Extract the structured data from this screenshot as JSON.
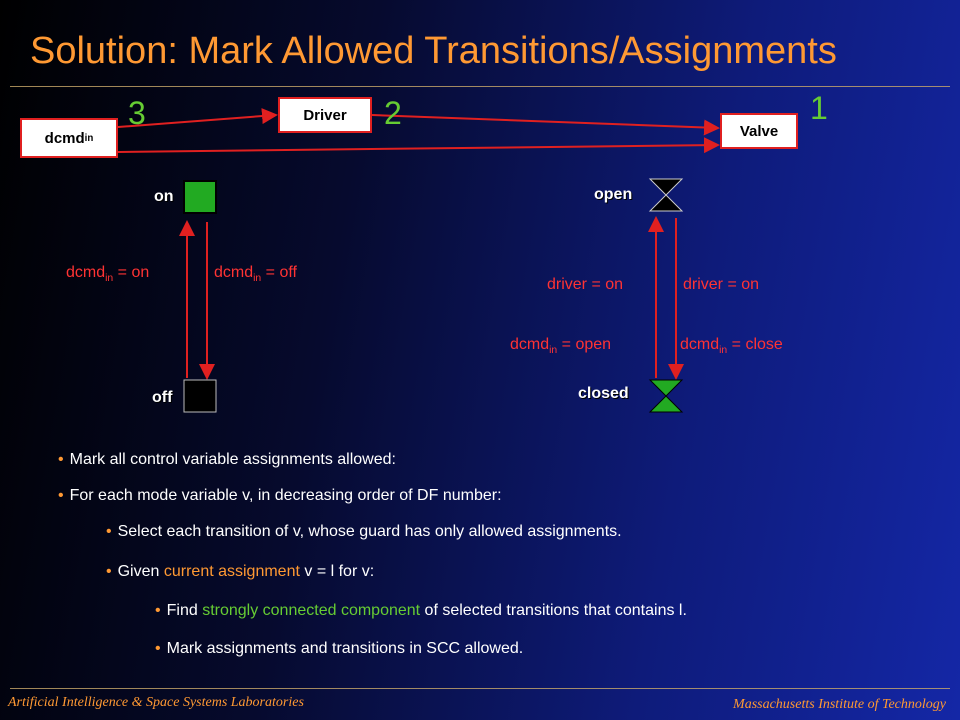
{
  "title": "Solution: Mark Allowed Transitions/Assignments",
  "nodes": {
    "dcmd": {
      "base": "dcmd",
      "sub": "in"
    },
    "driver": "Driver",
    "valve": "Valve"
  },
  "numbers": {
    "dcmd": "3",
    "driver": "2",
    "valve": "1"
  },
  "driver_states": {
    "on": "on",
    "off": "off"
  },
  "driver_guards": {
    "up": {
      "base": "dcmd",
      "sub": "in",
      "rest": " = on"
    },
    "down": {
      "base": "dcmd",
      "sub": "in",
      "rest": " = off"
    }
  },
  "valve_states": {
    "open": "open",
    "closed": "closed"
  },
  "valve_guards": {
    "up_driver": "driver = on",
    "down_driver": "driver = on",
    "up_dcmd": {
      "base": "dcmd",
      "sub": "in",
      "rest": " = open"
    },
    "down_dcmd": {
      "base": "dcmd",
      "sub": "in",
      "rest": " = close"
    }
  },
  "colors": {
    "title": "#ff9933",
    "guard": "#ff3333",
    "number": "#66cc33",
    "on_state": "#22aa22"
  },
  "bullets": {
    "b1": "Mark all control variable assignments allowed:",
    "b2": "For each mode variable v, in decreasing order of DF number:",
    "b3": "Select each transition of v, whose guard has only allowed assignments.",
    "b4": {
      "pre": "Given ",
      "highlight": "current assignment",
      "post": " v = l for v:"
    },
    "b5": {
      "pre": "Find ",
      "highlight": "strongly connected component",
      "post": " of selected transitions that contains l."
    },
    "b6": "Mark assignments and transitions in SCC allowed."
  },
  "footer": {
    "left": "Artificial Intelligence & Space Systems Laboratories",
    "right": "Massachusetts Institute of Technology"
  }
}
